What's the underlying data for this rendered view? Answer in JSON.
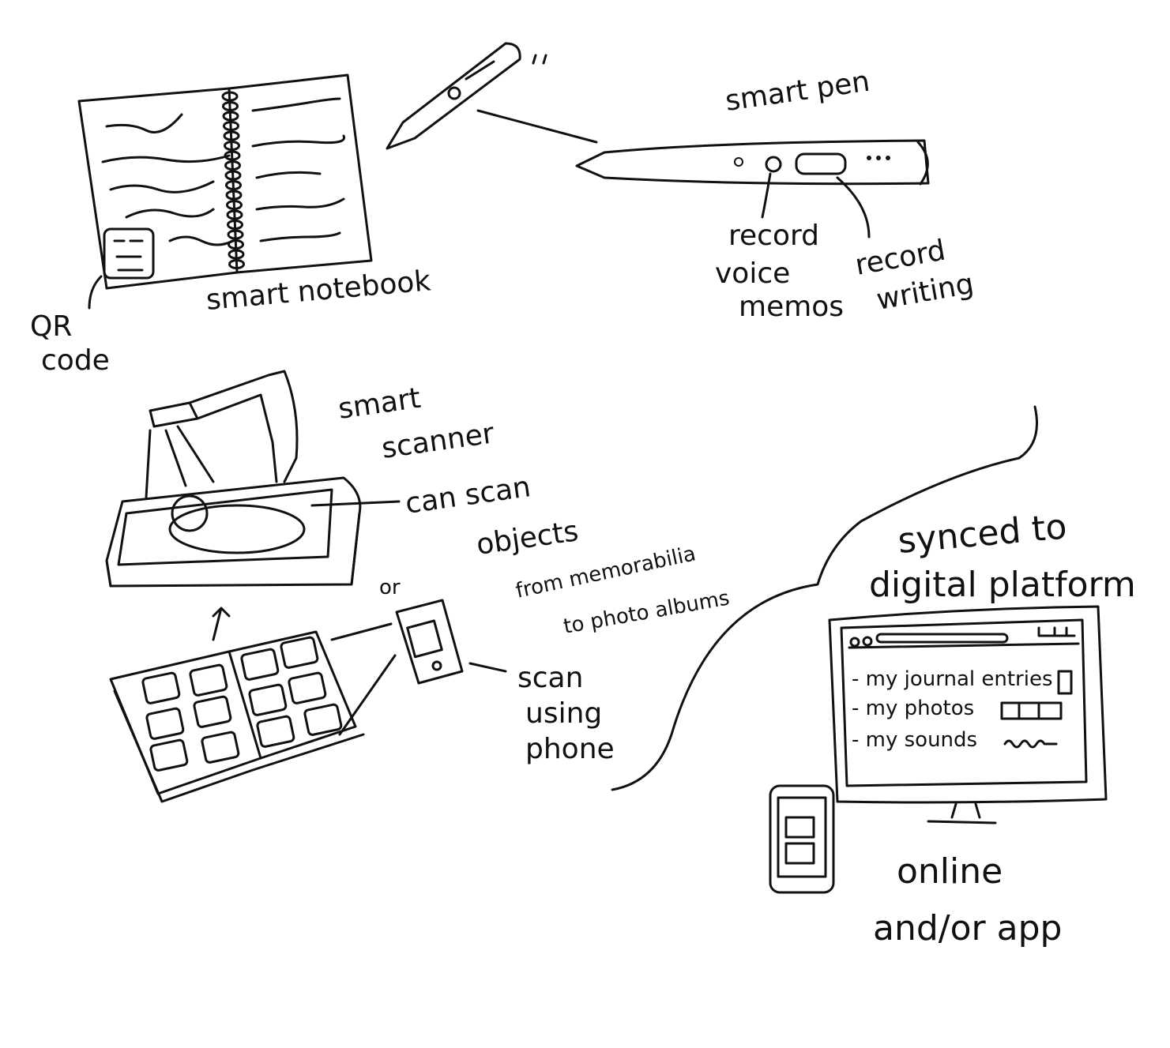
{
  "smart_pen": {
    "title": "smart pen",
    "voice_label": [
      "record",
      "voice",
      "memos"
    ],
    "writing_label": [
      "record",
      "writing"
    ]
  },
  "notebook": {
    "title": "smart notebook",
    "qr_label": [
      "QR",
      "code"
    ]
  },
  "scanner": {
    "title": [
      "smart",
      "scanner"
    ],
    "description": [
      "can scan",
      "objects",
      "from memorabilia",
      "to photo albums"
    ],
    "or_label": "or",
    "phone_label": [
      "scan",
      "using",
      "phone"
    ]
  },
  "platform": {
    "title": [
      "synced to",
      "digital platform"
    ],
    "items": [
      "- my journal entries",
      "- my photos",
      "- my sounds"
    ],
    "access_label": [
      "online",
      "and/or app"
    ]
  }
}
